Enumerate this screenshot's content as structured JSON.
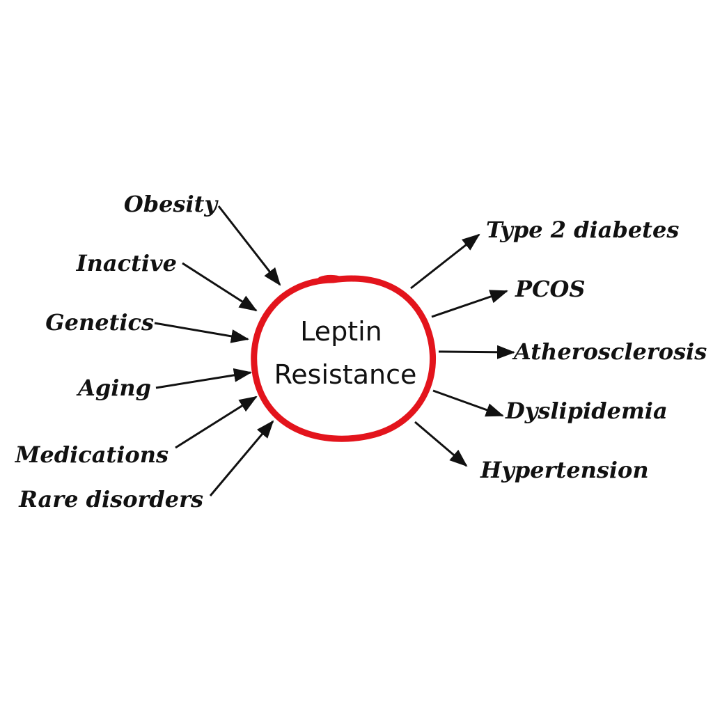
{
  "center": {
    "line1": "Leptin",
    "line2": "Resistance"
  },
  "causes": [
    {
      "label": "Obesity"
    },
    {
      "label": "Inactive"
    },
    {
      "label": "Genetics"
    },
    {
      "label": "Aging"
    },
    {
      "label": "Medications"
    },
    {
      "label": "Rare disorders"
    }
  ],
  "effects": [
    {
      "label": "Type 2 diabetes"
    },
    {
      "label": "PCOS"
    },
    {
      "label": "Atherosclerosis"
    },
    {
      "label": "Dyslipidemia"
    },
    {
      "label": "Hypertension"
    }
  ],
  "colors": {
    "circle": "#e3141c",
    "arrow": "#111111",
    "text": "#111111"
  }
}
